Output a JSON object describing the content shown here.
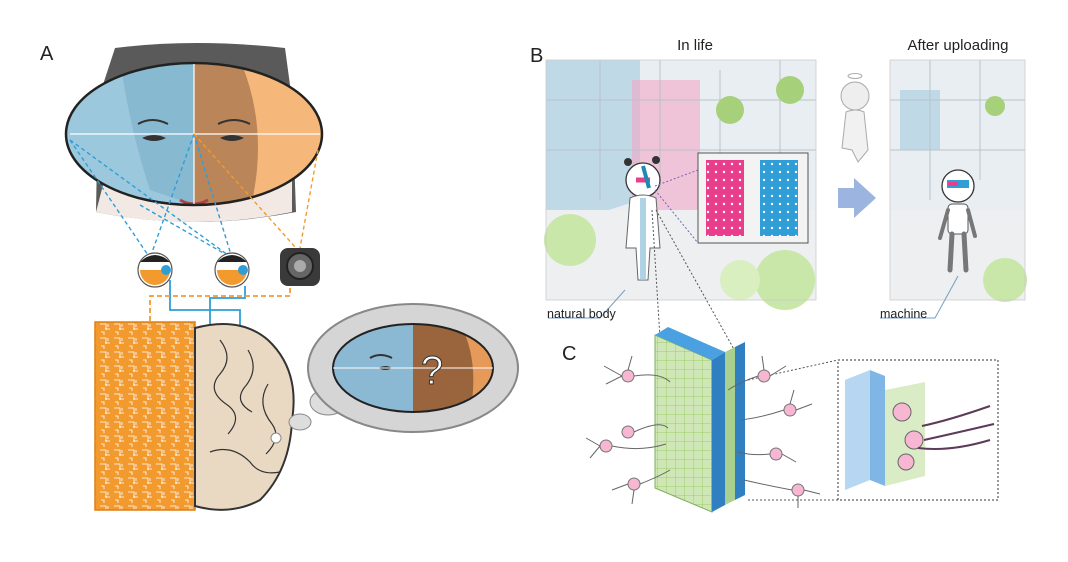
{
  "panels": {
    "a": {
      "letter": "A"
    },
    "b": {
      "letter": "B",
      "title_left": "In life",
      "title_right": "After uploading",
      "label_left": "natural body",
      "label_right": "machine"
    },
    "c": {
      "letter": "C"
    }
  },
  "thought_bubble": {
    "symbol": "?"
  },
  "colors": {
    "orange": "#F39A2E",
    "blue": "#2F9ED6",
    "light_blue": "#9CC8DE",
    "pink": "#E83E8C",
    "green": "#8BC34A",
    "gray": "#C9C9C9"
  }
}
